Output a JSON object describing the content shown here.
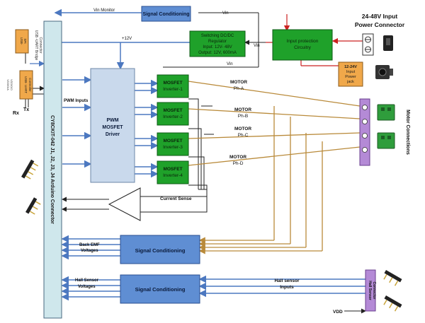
{
  "signals": {
    "vin_monitor": "Vin Monitor",
    "vin": "Vin",
    "plus12v": "+12V",
    "pwm_inputs": "PWM Inputs",
    "current_sense": "Current Sense",
    "back_emf": "Back EMF",
    "voltages": "Voltages",
    "hall_sensor": "Hall Sensor",
    "hall_sensor_inputs_1": "Hall sensor",
    "hall_sensor_inputs_2": "Inputs",
    "vdd": "VDD",
    "rx": "Rx",
    "tx": "Tx"
  },
  "blocks": {
    "signal_conditioning": "Signal Conditioning",
    "regulator": [
      "Switching DC/DC",
      "Regulator",
      "Input: 12V- 48V",
      "Output: 12V, 600mA"
    ],
    "input_protection": [
      "Input protection",
      "Circuitry"
    ],
    "power_jack": [
      "12-24V",
      "Input",
      "Power",
      "jack"
    ],
    "power_connector_title": [
      "24-48V Input",
      "Power Connector"
    ],
    "pwm_driver": [
      "PWM",
      "MOSFET",
      "Driver"
    ],
    "mosfets": [
      [
        "MOSFET",
        "Inverter-1"
      ],
      [
        "MOSFET",
        "Inverter-2"
      ],
      [
        "MOSFET",
        "Inverter-3"
      ],
      [
        "MOSFET",
        "Inverter-4"
      ]
    ],
    "motor_phases": [
      [
        "MOTOR",
        "Ph-A"
      ],
      [
        "MOTOR",
        "Ph-B"
      ],
      [
        "MOTOR",
        "Ph-C"
      ],
      [
        "MOTOR",
        "Ph-D"
      ]
    ],
    "motor_connections": "Motor Connections",
    "hall_sensor_connector": [
      "Hall Sensor",
      "Connector"
    ],
    "arduino_connector": "CY8CKIT-042 J1, J2, J3, J4 Arduino Connector",
    "usb_bridge": [
      "USB -UART Bridge",
      "Connector"
    ],
    "usb_spi": [
      "USB-",
      "SPI",
      "Conn"
    ],
    "usb_uart_controller": [
      "USB- UART",
      "Controller"
    ],
    "usb_ctrl_small": [
      "VDDIO/A",
      "VDDIO/D"
    ]
  },
  "colors": {
    "blue_line": "#5d8ed6",
    "orange_line": "#b98a3a",
    "green_block": "#1fa12a",
    "sc_fill": "#5f8ed3",
    "pwm_fill": "#c9d9ec",
    "orange_fill": "#f0a84a",
    "purple": "#9b6ac0",
    "red_line": "#cc2222"
  }
}
